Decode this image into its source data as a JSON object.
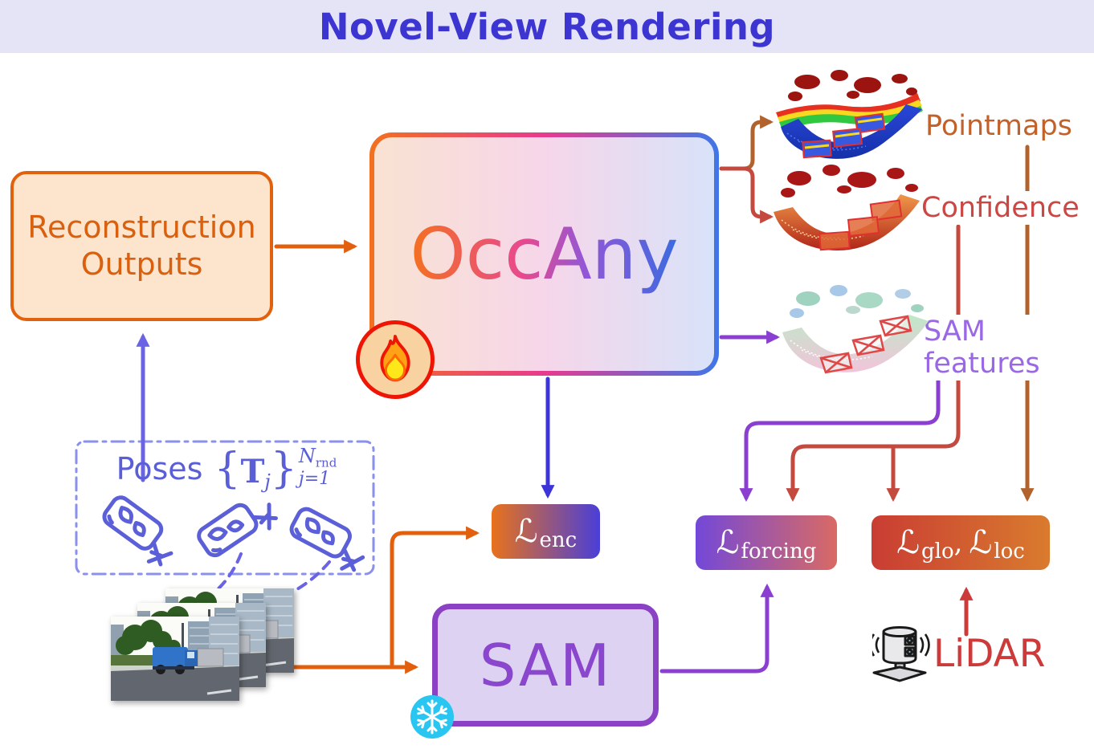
{
  "title": "Novel-View Rendering",
  "boxes": {
    "reconstruction": {
      "line1": "Reconstruction",
      "line2": "Outputs"
    },
    "occany": {
      "label": "OccAny"
    },
    "sam": {
      "label": "SAM"
    },
    "loss_enc": {
      "script_l": "ℒ",
      "sub": "enc"
    },
    "loss_forcing": {
      "script_l": "ℒ",
      "sub": "forcing"
    },
    "loss_glo_loc": {
      "script_l1": "ℒ",
      "sub1": "glo",
      "comma": ", ",
      "script_l2": "ℒ",
      "sub2": "loc"
    }
  },
  "poses": {
    "word": "Poses",
    "open_brace": "{",
    "t": "T",
    "t_sub": "j",
    "close_brace": "}",
    "sup_n": "N",
    "sup_sub": "rnd",
    "lower": "j=1"
  },
  "outputs": {
    "pointmaps": "Pointmaps",
    "confidence": "Confidence",
    "sam_features": "SAM features"
  },
  "lidar": {
    "label": "LiDAR"
  },
  "icons": {
    "fire": "flame-icon (trainable)",
    "snowflake": "snowflake-icon (frozen)",
    "camera": "camera-icon",
    "lidar": "lidar-scanner-icon"
  },
  "colors": {
    "title_text": "#3c35d2",
    "title_bg": "#e5e4f6",
    "orange": "#e2600d",
    "orange_fill": "#fce4cd",
    "blue_arrow": "#3c34d8",
    "periwinkle": "#6a64e4",
    "purple": "#8a3fd1",
    "sam_border": "#8a41c4",
    "sam_fill": "#ded2f2",
    "red": "#c4493f",
    "brown": "#b2622c",
    "lidar_red": "#cc3a3a",
    "pointmaps_label": "#c2622a",
    "confidence_label": "#cc4744",
    "sam_features_label": "#9a68e6",
    "snow_cyan": "#29c6f2",
    "fire_ring": "#ee1505"
  }
}
